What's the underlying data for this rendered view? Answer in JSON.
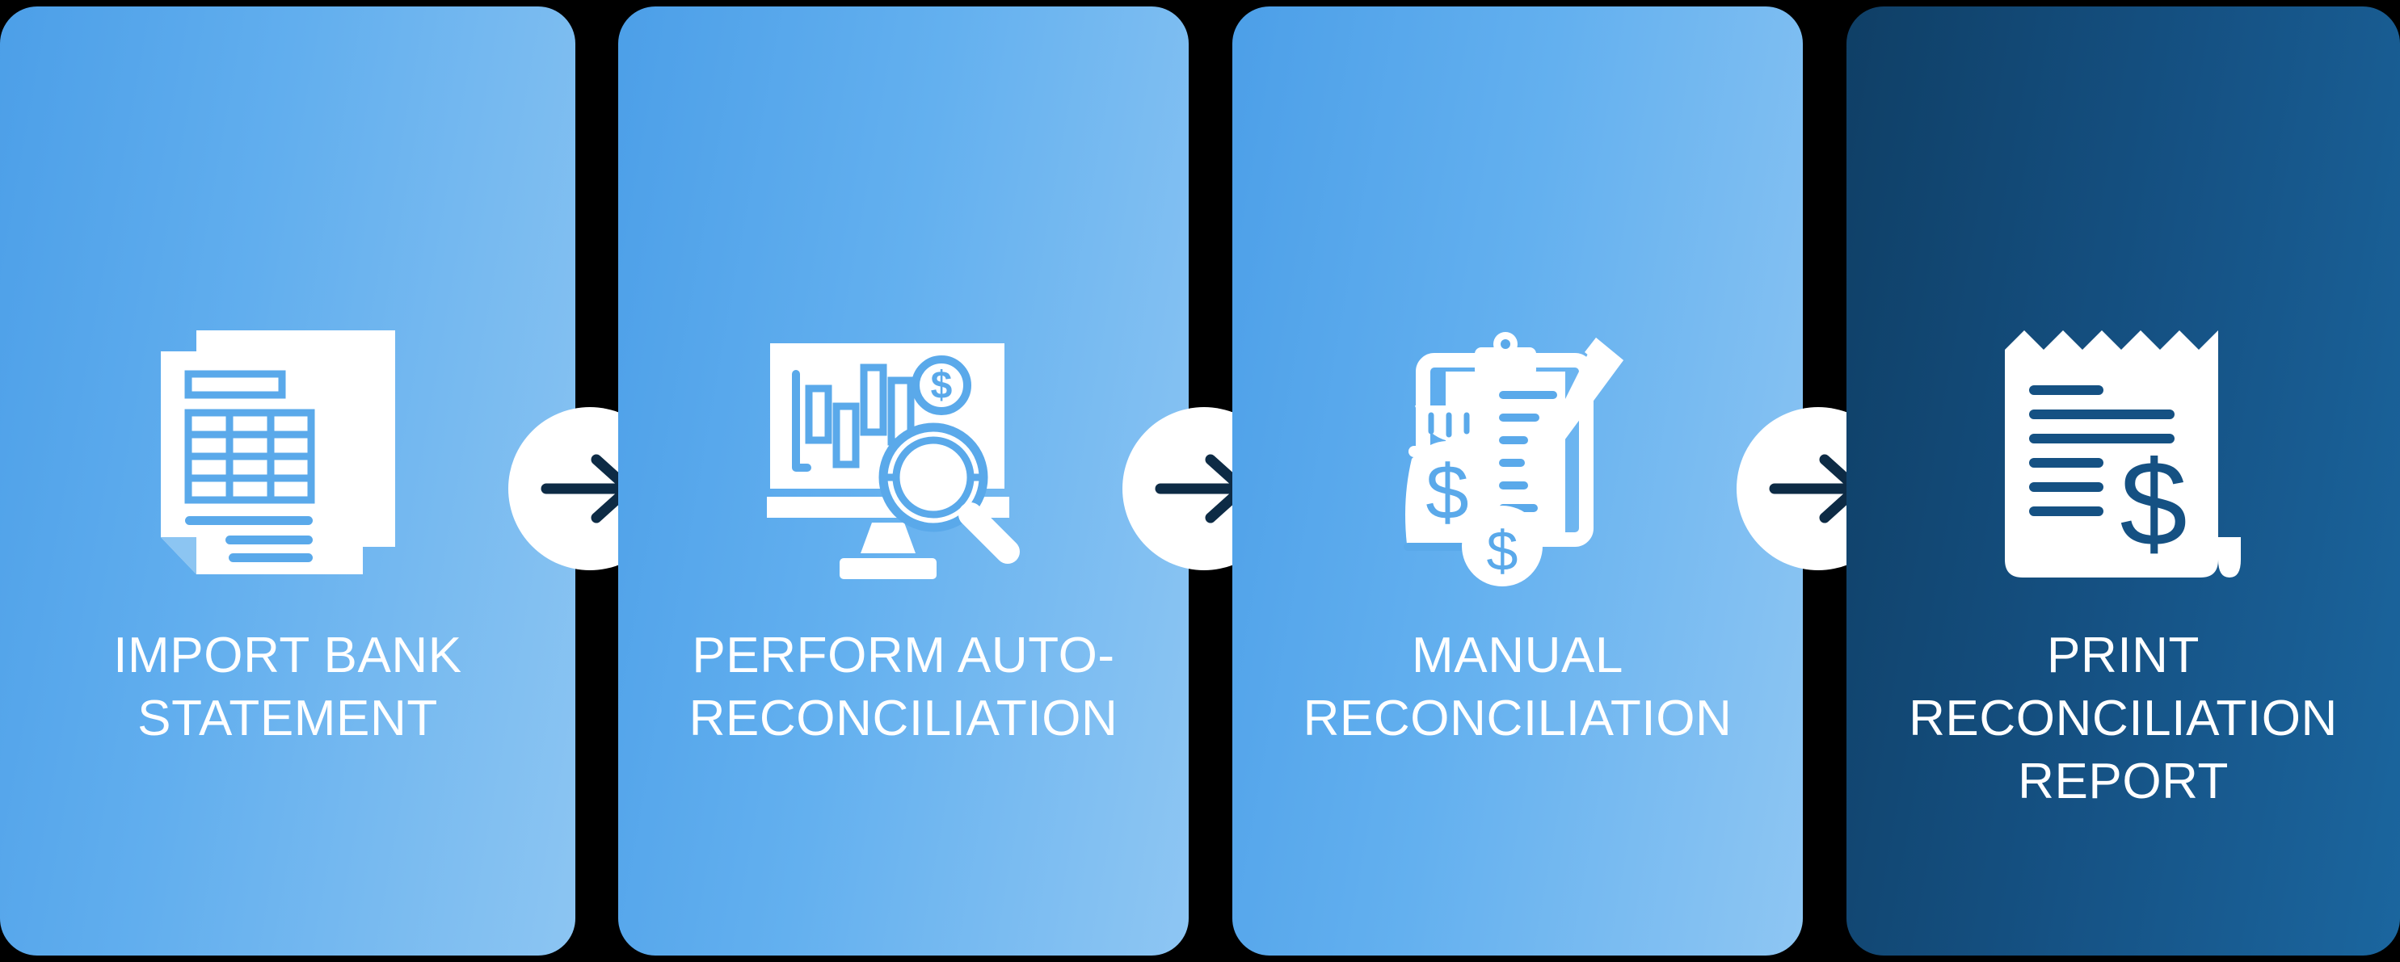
{
  "diagram": {
    "title": "Bank Reconciliation Process Flow",
    "type": "horizontal-process-flow",
    "background_color": "#000000",
    "step_count": 4,
    "connector_count": 3
  },
  "palette": {
    "panel_light_start": "#4c9fe8",
    "panel_light_end": "#8cc5f2",
    "panel_dark_start": "#0f3f66",
    "panel_dark_end": "#1b669f",
    "icon_fill": "#ffffff",
    "icon_accent_light": "#5aa9ea",
    "icon_accent_dark": "#155183",
    "arrow_circle_fill": "#ffffff",
    "arrow_stroke": "#0d2b45",
    "label_color": "#ffffff"
  },
  "steps": [
    {
      "index": 1,
      "label": "IMPORT BANK\nSTATEMENT",
      "icon": "bank-statement-document-icon",
      "panel_style": "light"
    },
    {
      "index": 2,
      "label": "PERFORM AUTO-\nRECONCILIATION",
      "icon": "monitor-chart-magnifier-icon",
      "panel_style": "light"
    },
    {
      "index": 3,
      "label": "MANUAL\nRECONCILIATION",
      "icon": "clipboard-pencil-moneybag-icon",
      "panel_style": "light"
    },
    {
      "index": 4,
      "label": "PRINT\nRECONCILIATION\nREPORT",
      "icon": "receipt-dollar-icon",
      "panel_style": "dark"
    }
  ],
  "connectors": [
    {
      "index": 1,
      "icon": "arrow-right-icon",
      "from_step": 1,
      "to_step": 2
    },
    {
      "index": 2,
      "icon": "arrow-right-icon",
      "from_step": 2,
      "to_step": 3
    },
    {
      "index": 3,
      "icon": "arrow-right-icon",
      "from_step": 3,
      "to_step": 4
    }
  ]
}
